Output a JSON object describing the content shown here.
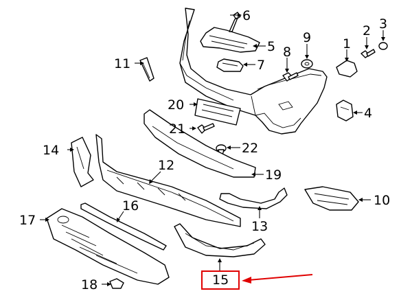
{
  "callouts": [
    {
      "id": "1",
      "label": "1"
    },
    {
      "id": "2",
      "label": "2"
    },
    {
      "id": "3",
      "label": "3"
    },
    {
      "id": "4",
      "label": "4"
    },
    {
      "id": "5",
      "label": "5"
    },
    {
      "id": "6",
      "label": "6"
    },
    {
      "id": "7",
      "label": "7"
    },
    {
      "id": "8",
      "label": "8"
    },
    {
      "id": "9",
      "label": "9"
    },
    {
      "id": "10",
      "label": "10"
    },
    {
      "id": "11",
      "label": "11"
    },
    {
      "id": "12",
      "label": "12"
    },
    {
      "id": "13",
      "label": "13"
    },
    {
      "id": "14",
      "label": "14"
    },
    {
      "id": "15",
      "label": "15"
    },
    {
      "id": "16",
      "label": "16"
    },
    {
      "id": "17",
      "label": "17"
    },
    {
      "id": "18",
      "label": "18"
    },
    {
      "id": "19",
      "label": "19"
    },
    {
      "id": "20",
      "label": "20"
    },
    {
      "id": "21",
      "label": "21"
    },
    {
      "id": "22",
      "label": "22"
    }
  ],
  "highlight": {
    "target": "15",
    "color": "#e00000"
  }
}
